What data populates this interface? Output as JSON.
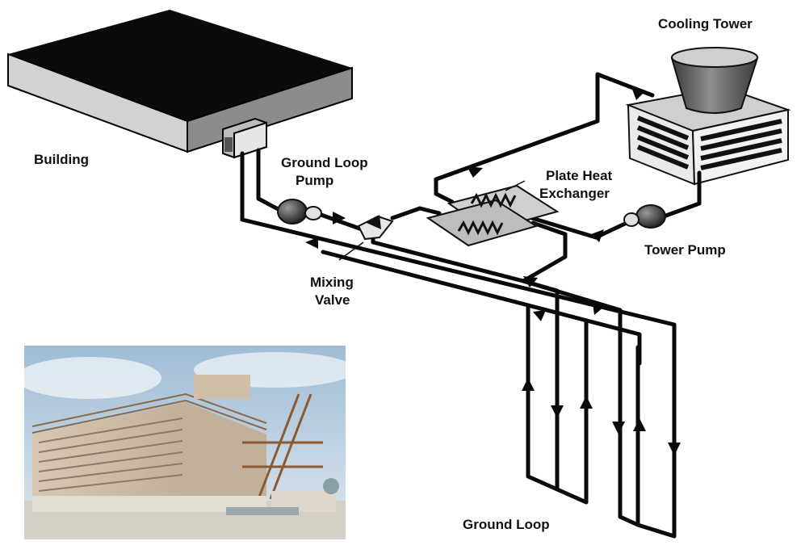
{
  "labels": {
    "building": "Building",
    "cooling_tower": "Cooling Tower",
    "ground_loop_pump_line1": "Ground Loop",
    "ground_loop_pump_line2": "Pump",
    "plate_heat_exchanger_line1": "Plate Heat",
    "plate_heat_exchanger_line2": "Exchanger",
    "mixing_valve_line1": "Mixing",
    "mixing_valve_line2": "Valve",
    "tower_pump": "Tower Pump",
    "ground_loop": "Ground Loop"
  },
  "colors": {
    "pipe": "#0a0a0a",
    "building_roof": "#0b0b0b",
    "building_wall": "#c9c9c9",
    "tower_body": "#e4e4e4",
    "photo_sky": "#b9cde0",
    "photo_tower": "#c9b6a0"
  },
  "icons": [
    "flow-arrow-icon",
    "pump-icon",
    "valve-icon"
  ]
}
